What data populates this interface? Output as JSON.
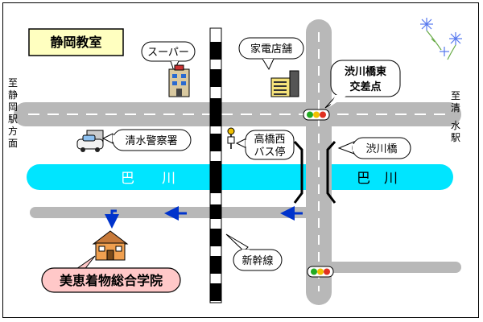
{
  "map": {
    "title": "静岡教室",
    "river_label_left": "巴　　川",
    "river_label_right": "巴　川",
    "left_direction": [
      "至",
      "静",
      "岡",
      "駅",
      "方",
      "面"
    ],
    "right_direction": [
      "至",
      "清",
      "水",
      "駅"
    ],
    "landmarks": {
      "supermarket": "スーパー",
      "appliance_store": "家電店舗",
      "police": "清水警察署",
      "bus_stop": [
        "高橋西",
        "バス停"
      ],
      "intersection": [
        "渋川橋東",
        "交差点"
      ],
      "bridge": "渋川橋",
      "railway": "新幹線",
      "school": "美恵着物総合学院"
    },
    "colors": {
      "road": "#b8b8b8",
      "river": "#00e5ff",
      "title_bg": "#ffffc0",
      "school_label_bg": "#ffc8c8",
      "arrow": "#0033cc",
      "rail": "#000000"
    }
  }
}
